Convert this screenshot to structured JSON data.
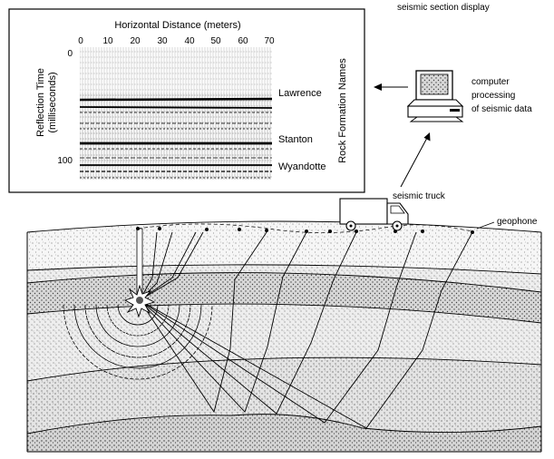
{
  "display": {
    "caption": "seismic section display",
    "x_axis_title": "Horizontal Distance (meters)",
    "x_ticks": [
      "0",
      "10",
      "20",
      "30",
      "40",
      "50",
      "60",
      "70"
    ],
    "y_axis_title_line1": "Reflection Time",
    "y_axis_title_line2": "(milliseconds)",
    "y_ticks": [
      "0",
      "100"
    ],
    "side_title": "Rock Formation Names",
    "formations": [
      "Lawrence",
      "Stanton",
      "Wyandotte"
    ]
  },
  "computer": {
    "label_line1": "computer",
    "label_line2": "processing",
    "label_line3": "of seismic data"
  },
  "truck": {
    "label": "seismic truck"
  },
  "geophone": {
    "label": "geophone"
  }
}
